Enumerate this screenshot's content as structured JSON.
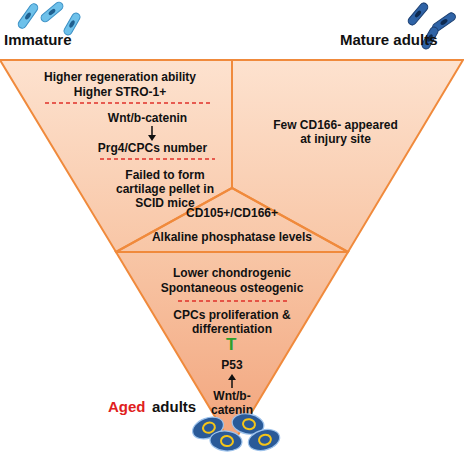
{
  "diagram": {
    "nodes": [
      {
        "text": [
          "Higher regeneration ability",
          "Higher STRO-1+",
          "Wnt/b-catenin",
          "Prg4/CPCs number",
          "Failed to form cartilage pellet in SCID mice"
        ]
      },
      {
        "text": [
          "Few CD166- appeared at injury site"
        ]
      },
      {
        "text": [
          "CD105+/CD166+",
          "Alkaline phosphatase levels"
        ]
      },
      {
        "text": [
          "Lower chondrogenic",
          "Spontaneous osteogenic",
          "CPCs proliferation & differentiation",
          "P53",
          "Wnt/b- catenin"
        ]
      }
    ],
    "labels": [
      "Immature",
      "Mature adults",
      "Aged",
      "adults",
      "T"
    ]
  }
}
